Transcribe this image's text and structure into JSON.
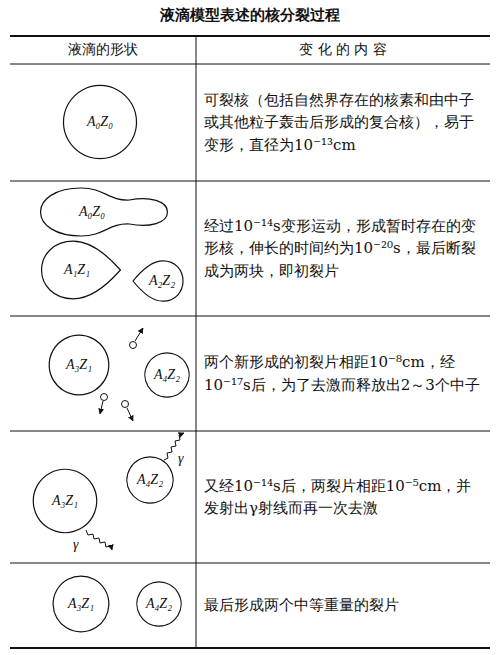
{
  "diagram": {
    "title": "液滴模型表述的核分裂过程",
    "nodes": [
      {
        "text": [
          "A₀Z₀"
        ]
      },
      {
        "text": [
          "A₀Z₀"
        ]
      },
      {
        "text": [
          "A₁Z₁"
        ]
      },
      {
        "text": [
          "A₂Z₂"
        ]
      },
      {
        "text": [
          "A₃Z₁"
        ]
      },
      {
        "text": [
          "A₄Z₂"
        ]
      },
      {
        "text": [
          "A₃Z₁"
        ]
      },
      {
        "text": [
          "A₄Z₂"
        ]
      },
      {
        "text": [
          "A₃Z₁"
        ]
      },
      {
        "text": [
          "A₄Z₂"
        ]
      }
    ],
    "labels": [
      "液滴的形状",
      "变 化 的 内 容",
      "可裂核（包括自然界存在的核素和由中子或其他粒子轰击后形成的复合核），易于变形，直径为10⁻¹³cm",
      "经过10⁻¹⁴s变形运动，形成暂时存在的变形核，伸长的时间约为10⁻²⁰s，最后断裂成为两块，即初裂片",
      "两个新形成的初裂片相距10⁻⁸cm，经10⁻¹⁷s后，为了去激而释放出2～3个中子",
      "又经10⁻¹⁴s后，两裂片相距10⁻⁵cm，并发射出γ射线而再一次去激",
      "最后形成两个中等重量的裂片",
      "γ",
      "γ"
    ]
  }
}
